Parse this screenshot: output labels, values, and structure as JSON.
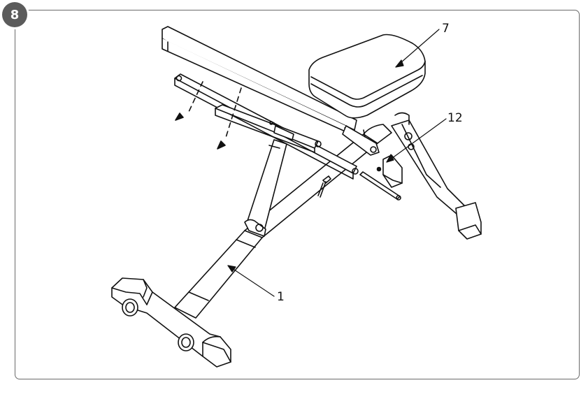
{
  "step": {
    "number": "8"
  },
  "callouts": {
    "part_7": "7",
    "part_12": "12",
    "part_1": "1"
  },
  "colors": {
    "line": "#111111",
    "badge": "#5b5b5b",
    "frame": "#6a6a6a"
  }
}
